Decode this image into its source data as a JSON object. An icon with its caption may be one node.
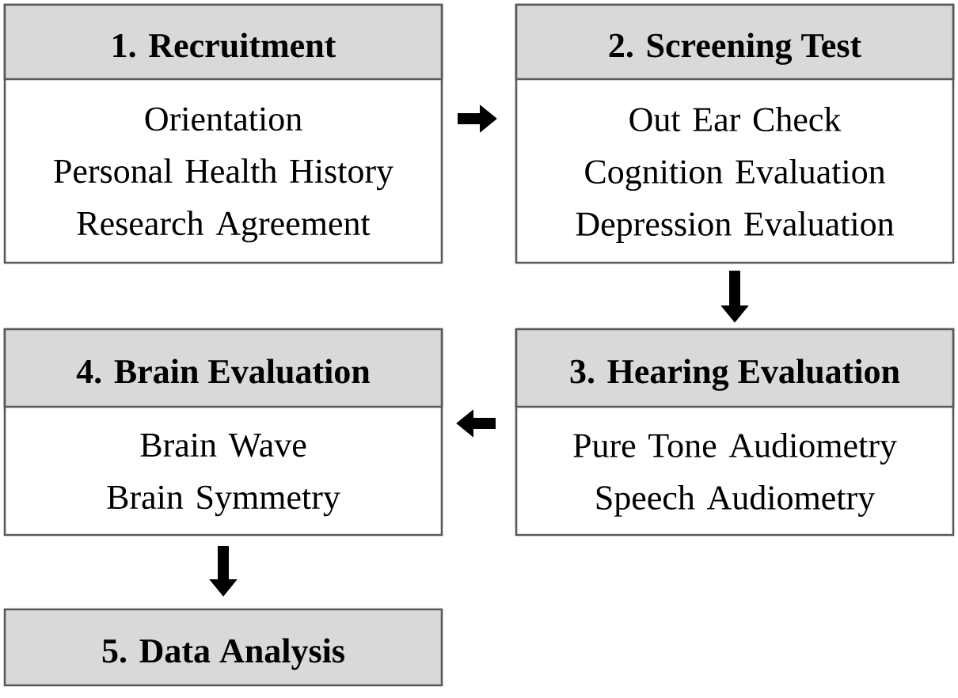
{
  "diagram": {
    "nodes": [
      {
        "text": [
          "1. Recruitment",
          "Orientation Personal Health History Research Agreement"
        ]
      },
      {
        "text": [
          "2. Screening Test",
          "Out Ear Check Cognition Evaluation Depression Evaluation"
        ]
      },
      {
        "text": [
          "3. Hearing Evaluation",
          "Pure Tone Audiometry Speech Audiometry"
        ]
      },
      {
        "text": [
          "4. Brain Evaluation",
          "Brain Wave Brain Symmetry"
        ]
      },
      {
        "text": [
          "5. Data Analysis"
        ]
      }
    ],
    "edges": [
      {
        "from": 0,
        "to": 1,
        "arrow": "to"
      },
      {
        "from": 1,
        "to": 2,
        "arrow": "to"
      },
      {
        "from": 2,
        "to": 3,
        "arrow": "to"
      },
      {
        "from": 3,
        "to": 4,
        "arrow": "to"
      }
    ]
  }
}
